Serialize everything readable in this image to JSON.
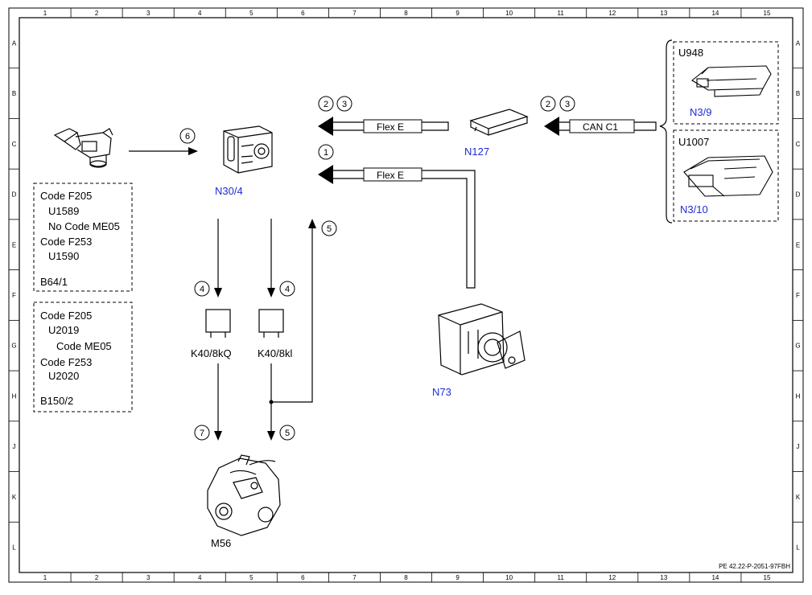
{
  "grid": {
    "columns": [
      "1",
      "2",
      "3",
      "4",
      "5",
      "6",
      "7",
      "8",
      "9",
      "10",
      "11",
      "12",
      "13",
      "14",
      "15"
    ],
    "rows": [
      "A",
      "B",
      "C",
      "D",
      "E",
      "F",
      "G",
      "H",
      "J",
      "K",
      "L"
    ]
  },
  "components": {
    "n30_4": "N30/4",
    "n127": "N127",
    "n73": "N73",
    "m56": "M56",
    "k40_8kq": "K40/8kQ",
    "k40_8kl": "K40/8kl",
    "n3_9": "N3/9",
    "n3_10": "N3/10"
  },
  "wires": {
    "flex_upper": "Flex E",
    "flex_lower": "Flex E",
    "can": "CAN C1"
  },
  "callouts": {
    "c1": "1",
    "c2a": "2",
    "c3a": "3",
    "c2b": "2",
    "c3b": "3",
    "c4a": "4",
    "c4b": "4",
    "c5a": "5",
    "c5b": "5",
    "c6": "6",
    "c7": "7"
  },
  "box_b64": {
    "lines": [
      "Code F205",
      "U1589",
      "No Code ME05",
      "Code F253",
      "U1590",
      "B64/1"
    ]
  },
  "box_b150": {
    "lines": [
      "Code F205",
      "U2019",
      "Code ME05",
      "Code F253",
      "U2020",
      "B150/2"
    ]
  },
  "box_ecu": {
    "u948": "U948",
    "u1007": "U1007"
  },
  "footer": "PE 42.22-P-2051-97FBH",
  "colors": {
    "component_label": "#1f2bd6",
    "line": "#000000",
    "frame": "#000000"
  }
}
